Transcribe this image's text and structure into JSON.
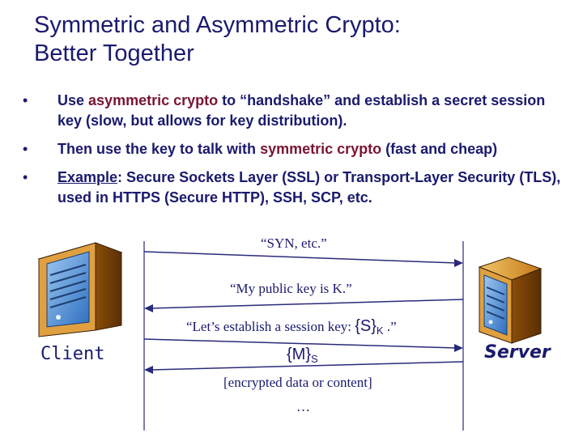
{
  "title": {
    "line1": "Symmetric and Asymmetric Crypto:",
    "line2": "Better Together"
  },
  "bullets": {
    "b1": {
      "pre": "Use ",
      "hl": "asymmetric crypto",
      "post": " to “handshake” and establish a  secret session key (slow, but allows for key distribution)."
    },
    "b2": {
      "pre": "Then use the key to talk with ",
      "hl": "symmetric crypto",
      "post": " (fast and cheap)"
    },
    "b3": {
      "ul": "Example",
      "post": ": Secure Sockets Layer (SSL) or Transport-Layer Security (TLS), used in HTTPS (Secure HTTP), SSH, SCP, etc."
    },
    "marker": "•"
  },
  "diagram": {
    "client_label": "Client",
    "server_label": "Server",
    "msg1": "“SYN, etc.”",
    "msg2": "“My public key is K.”",
    "msg3_pre": "“Let’s establish a session key: ",
    "msg3_set": "{S}",
    "msg3_sub": "K",
    "msg3_post": " .”",
    "msg4_set": "{M}",
    "msg4_sub": "S",
    "msg5": "[encrypted data or content]",
    "msg6": "…"
  }
}
